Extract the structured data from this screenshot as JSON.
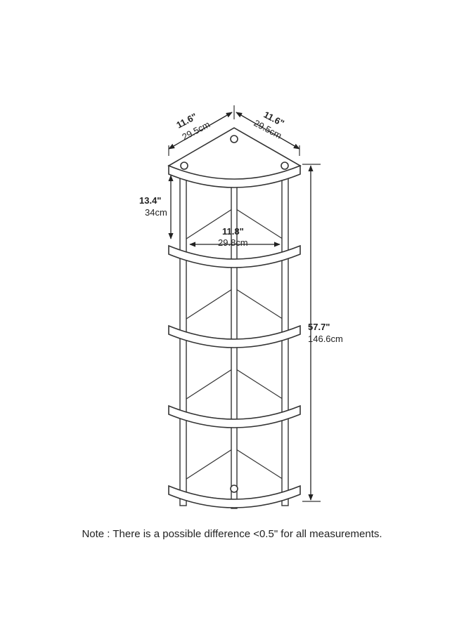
{
  "dimensions": {
    "depth_left": {
      "imperial": "11.6\"",
      "metric": "29.5cm"
    },
    "depth_right": {
      "imperial": "11.6\"",
      "metric": "29.5cm"
    },
    "shelf_gap": {
      "imperial": "13.4\"",
      "metric": "34cm"
    },
    "shelf_width": {
      "imperial": "11.8\"",
      "metric": "29.8cm"
    },
    "total_height": {
      "imperial": "57.7\"",
      "metric": "146.6cm"
    }
  },
  "shelf_count": 5,
  "note": "Note : There is a possible difference <0.5\" for all measurements."
}
